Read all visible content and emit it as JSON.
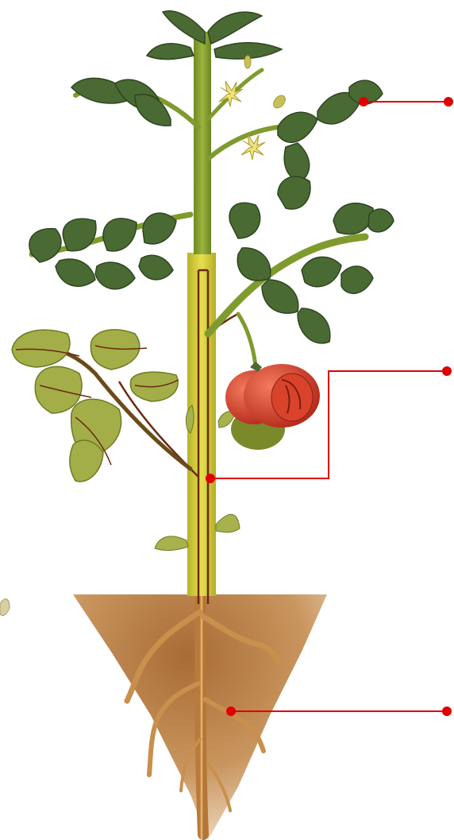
{
  "diagram": {
    "subject": "tomato plant",
    "parts": [
      "leaves",
      "flowers",
      "fruit",
      "stem",
      "roots",
      "soil"
    ],
    "label_pointers": [
      {
        "id": "leaf-pointer",
        "target": "leaf",
        "label": ""
      },
      {
        "id": "stem-pointer",
        "target": "stem",
        "label": ""
      },
      {
        "id": "root-pointer",
        "target": "root",
        "label": ""
      }
    ]
  },
  "colors": {
    "background": "#ffffff",
    "leaf_dark": "#3f5a2c",
    "leaf_mid": "#55743a",
    "leaf_yellow": "#a6b24a",
    "stem_green": "#7f9b2e",
    "stem_yellow": "#d8d63e",
    "vein_brown": "#6b2a10",
    "fruit_red": "#d9432b",
    "soil_brown": "#b57d4a",
    "root_tan": "#d9a35e",
    "pointer_red": "#e00000"
  }
}
